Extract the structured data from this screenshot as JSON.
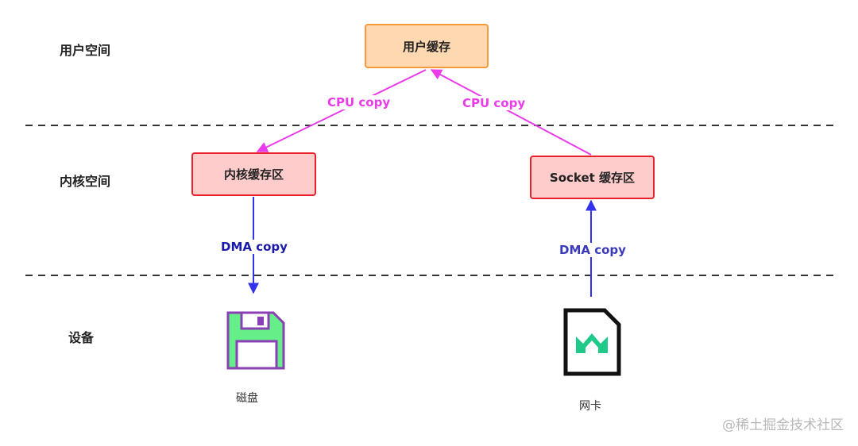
{
  "layers": {
    "user_space": "用户空间",
    "kernel_space": "内核空间",
    "device": "设备"
  },
  "nodes": {
    "user_buffer": "用户缓存",
    "kernel_buffer": "内核缓存区",
    "socket_buffer": "Socket 缓存区"
  },
  "edges": {
    "cpu_copy_left": "CPU copy",
    "cpu_copy_right": "CPU copy",
    "dma_copy_left": "DMA copy",
    "dma_copy_right": "DMA copy"
  },
  "devices": {
    "disk_label": "磁盘",
    "nic_label": "网卡",
    "disk_icon": "floppy-disk-icon",
    "nic_icon": "network-card-icon"
  },
  "colors": {
    "cpu_copy": "#e93be9",
    "dma_copy": "#3333ee",
    "user_fill": "#fed8b1",
    "user_border": "#f59a3c",
    "kernel_fill": "#ffcccc",
    "kernel_border": "#e8212b",
    "disk_fill": "#66ee88",
    "disk_border": "#8a3fb5",
    "nic_accent": "#1fc98a"
  },
  "watermark": "@稀土掘金技术社区"
}
